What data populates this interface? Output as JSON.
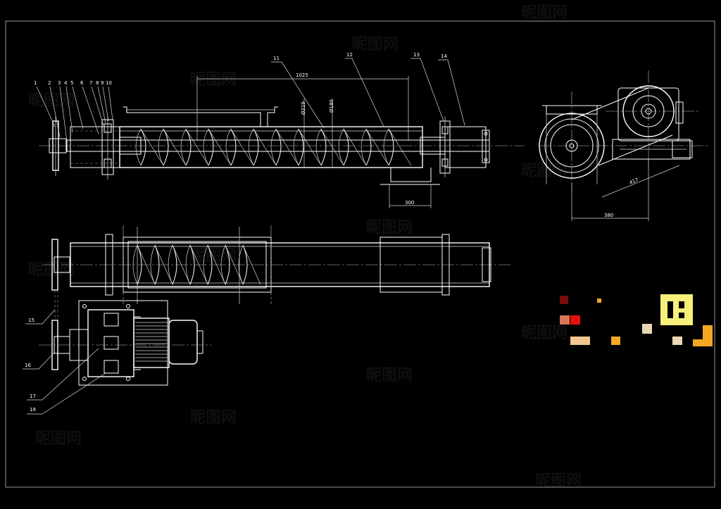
{
  "dimensions": {
    "length_top": "1025",
    "dia_small": "Ø219",
    "dia_large": "Ø180",
    "outlet_width": "300",
    "side_width": "380",
    "side_diag": "417"
  },
  "part_numbers": [
    "1",
    "2",
    "3",
    "4",
    "5",
    "6",
    "7",
    "8",
    "9",
    "10",
    "11",
    "12",
    "13",
    "14",
    "15",
    "16",
    "17",
    "18"
  ],
  "watermark": "昵图网",
  "colors": {
    "background": "#000000",
    "line": "#ffffff",
    "title_yellow": "#f7f07a",
    "title_orange": "#f5a623",
    "block_red": "#e0120b",
    "block_darkred": "#7a0a0a",
    "block_salmon": "#d9755a",
    "block_tan": "#f0c890",
    "block_beige": "#e8d7b4"
  }
}
